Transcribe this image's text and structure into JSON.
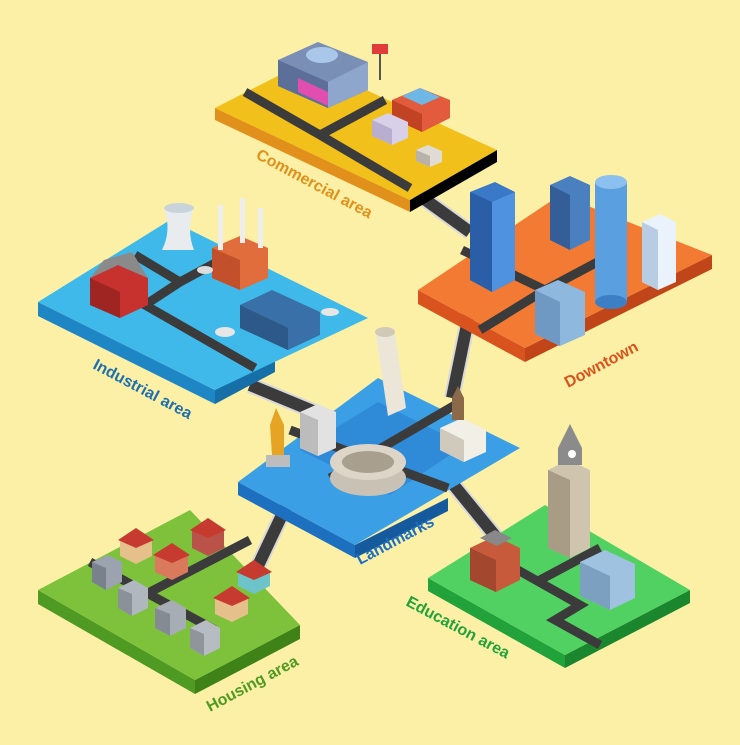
{
  "districts": [
    {
      "id": "commercial",
      "label": "Commercial area",
      "top_color": "#f2c01a",
      "side_color": "#e2901c",
      "label_color": "#e2901c"
    },
    {
      "id": "downtown",
      "label": "Downtown",
      "top_color": "#f27a32",
      "side_color": "#d9531e",
      "label_color": "#d9531e"
    },
    {
      "id": "industrial",
      "label": "Industrial area",
      "top_color": "#3fb9ea",
      "side_color": "#1e86c4",
      "label_color": "#1e6fae"
    },
    {
      "id": "landmarks",
      "label": "Landmarks",
      "top_color": "#3b9fe6",
      "side_color": "#1d6fc0",
      "label_color": "#1d6fc0"
    },
    {
      "id": "housing",
      "label": "Housing area",
      "top_color": "#7ec23c",
      "side_color": "#4f9a22",
      "label_color": "#4f9a22"
    },
    {
      "id": "education",
      "label": "Education area",
      "top_color": "#52d163",
      "side_color": "#22a23a",
      "label_color": "#22a23a"
    }
  ],
  "colors": {
    "background": "#fcf0a6",
    "road": "#3b3b3b",
    "road_edge": "#cfcfcf"
  }
}
